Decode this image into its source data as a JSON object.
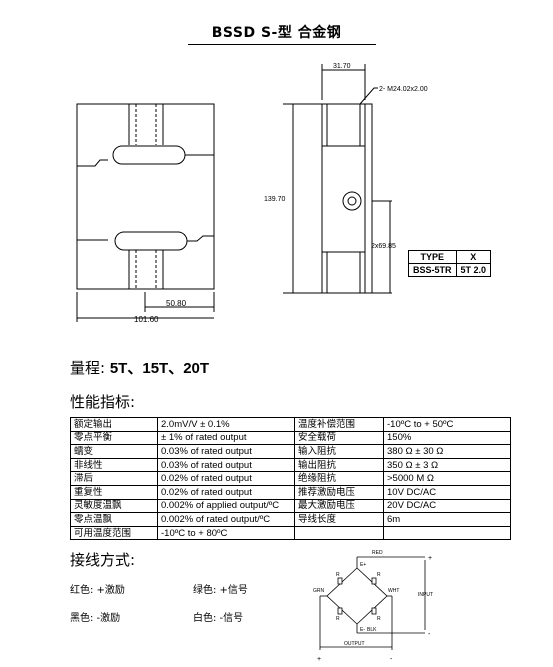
{
  "title": "BSSD S-型   合金钢",
  "drawing": {
    "dim_width_top": "31.70",
    "dim_thread": "2- M24.02x2.00",
    "dim_height": "139.70",
    "dim_hole": "2x69.85",
    "dim_slot": "50.80",
    "dim_width": "101.60"
  },
  "type_table": {
    "header": [
      "TYPE",
      "X"
    ],
    "row": [
      "BSS-5TR",
      "5T 2.0"
    ]
  },
  "range_label": "量程:",
  "range_values": "5T、15T、20T",
  "perf_heading": "性能指标:",
  "specs": [
    [
      "额定输出",
      "2.0mV/V ± 0.1%",
      "温度补偿范围",
      "-10ºC to + 50ºC"
    ],
    [
      "零点平衡",
      "± 1% of rated output",
      "安全载荷",
      "150%"
    ],
    [
      "蠕变",
      "0.03% of rated output",
      "输入阻抗",
      "380 Ω ± 30 Ω"
    ],
    [
      "非线性",
      "0.03% of rated output",
      "输出阻抗",
      "350 Ω ± 3 Ω"
    ],
    [
      "滞后",
      "0.02% of rated output",
      "绝缘阻抗",
      ">5000 M Ω"
    ],
    [
      "重复性",
      "0.02% of rated output",
      "推荐激励电压",
      "10V DC/AC"
    ],
    [
      "灵敏度温飘",
      "0.002% of applied output/ºC",
      "最大激励电压",
      "20V DC/AC"
    ],
    [
      "零点温飘",
      "0.002% of rated output/ºC",
      "导线长度",
      "6m"
    ],
    [
      "可用温度范围",
      "-10ºC to + 80ºC",
      "",
      ""
    ]
  ],
  "wire_heading": "接线方式:",
  "wires": {
    "red": "红色: +激励",
    "green": "绿色: +信号",
    "black": "黑色: -激励",
    "white": "白色: -信号"
  },
  "circuit": {
    "red": "RED",
    "grn": "GRN",
    "wht": "WHT",
    "blk": "BLK",
    "input": "INPUT",
    "output": "OUTPUT",
    "e_plus": "E+",
    "e_minus": "E-",
    "r": "R",
    "plus": "+",
    "minus": "-"
  }
}
